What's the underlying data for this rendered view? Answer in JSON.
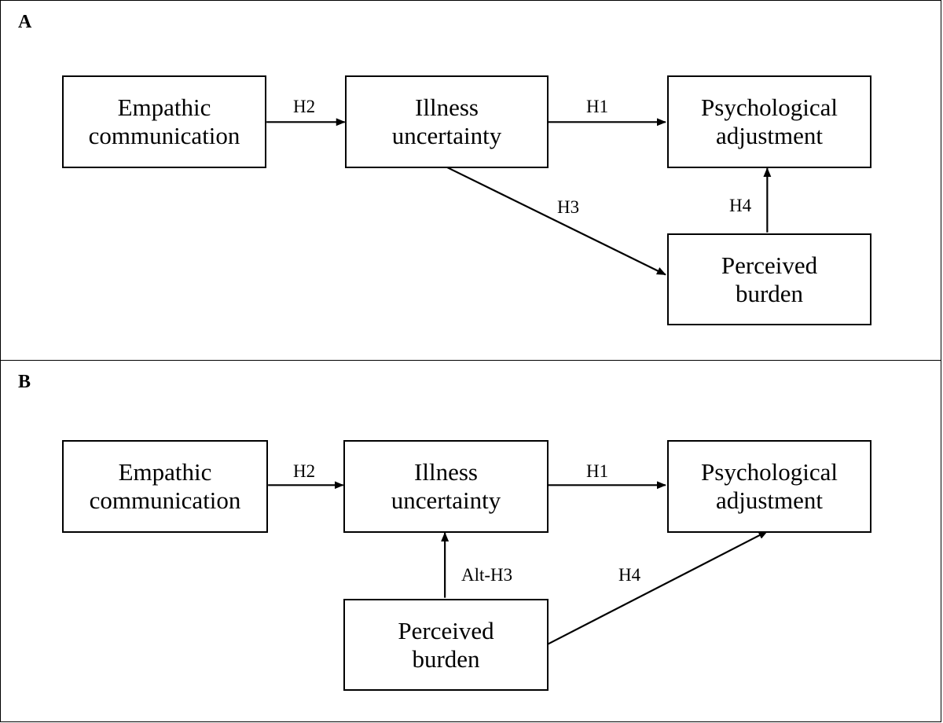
{
  "panel_a": {
    "letter": "A",
    "nodes": {
      "empathic": "Empathic\ncommunication",
      "uncertainty": "Illness\nuncertainty",
      "adjustment": "Psychological\nadjustment",
      "burden": "Perceived\nburden"
    },
    "edges": {
      "h2": "H2",
      "h1": "H1",
      "h3": "H3",
      "h4": "H4"
    }
  },
  "panel_b": {
    "letter": "B",
    "nodes": {
      "empathic": "Empathic\ncommunication",
      "uncertainty": "Illness\nuncertainty",
      "adjustment": "Psychological\nadjustment",
      "burden": "Perceived\nburden"
    },
    "edges": {
      "h2": "H2",
      "h1": "H1",
      "alt_h3": "Alt-H3",
      "h4": "H4"
    }
  }
}
